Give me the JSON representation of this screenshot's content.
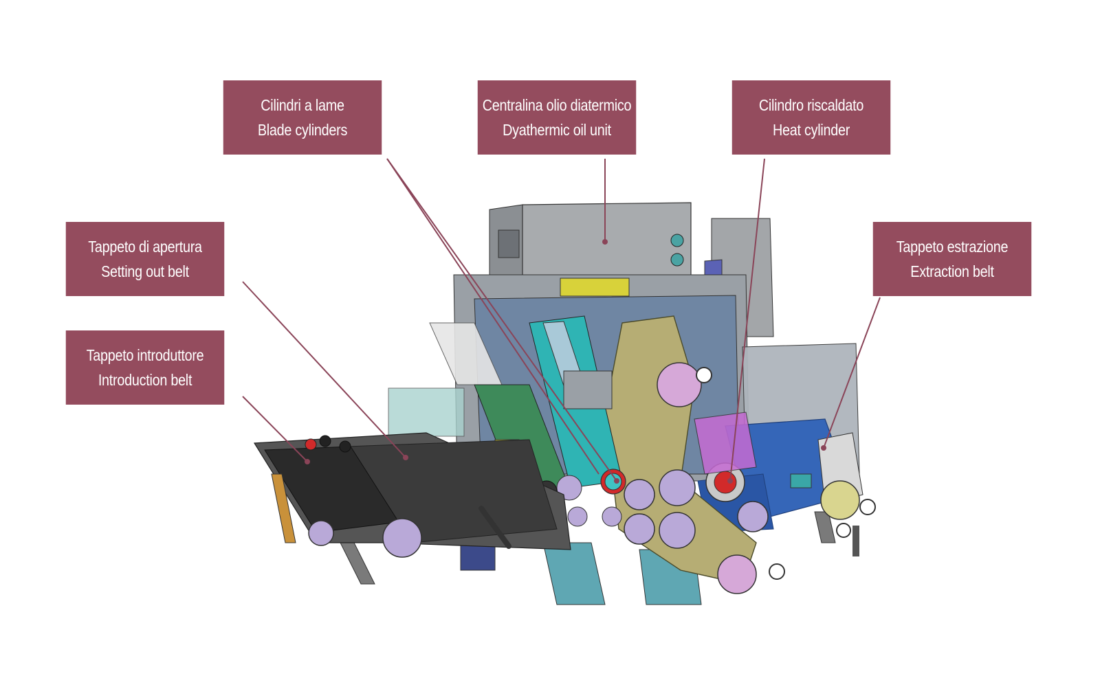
{
  "colors": {
    "label_bg": "#944c5e",
    "leader_line": "#8a4458",
    "label_text": "#ffffff",
    "frame_grey": "#9aa0a6",
    "panel_blue": "#6f86a3",
    "belt_dark": "#3b3b3b",
    "belt_khaki": "#b6ad74",
    "belt_blue": "#3566b8",
    "roller_violet": "#b9a9d8",
    "accent_teal": "#2fb4b4",
    "accent_yellow": "#d8d23a",
    "heat_red": "#d22a2a"
  },
  "labels": [
    {
      "id": "blade-cylinders",
      "it": "Cilindri a lame",
      "en": "Blade cylinders"
    },
    {
      "id": "oil-unit",
      "it": "Centralina olio diatermico",
      "en": "Dyathermic oil unit"
    },
    {
      "id": "heat-cylinder",
      "it": "Cilindro riscaldato",
      "en": "Heat cylinder"
    },
    {
      "id": "setting-out-belt",
      "it": "Tappeto di apertura",
      "en": "Setting out belt"
    },
    {
      "id": "extraction-belt",
      "it": "Tappeto estrazione",
      "en": "Extraction  belt"
    },
    {
      "id": "introduction-belt",
      "it": "Tappeto introduttore",
      "en": "Introduction belt"
    }
  ]
}
